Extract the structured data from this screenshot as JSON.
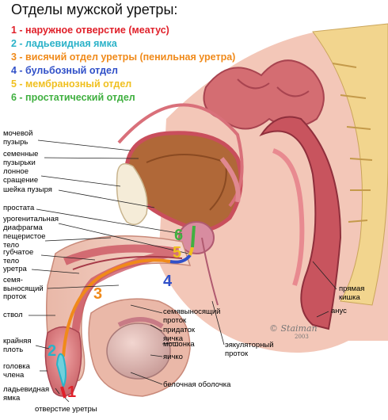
{
  "title": "Отделы мужской уретры:",
  "legend": [
    {
      "text": "1 - наружное отверстие (меатус)",
      "color": "#e0202a"
    },
    {
      "text": "2 - ладьевидная ямка",
      "color": "#2ab2c8"
    },
    {
      "text": "3 - висячий отдел уретры (пенильная уретра)",
      "color": "#f08a1a"
    },
    {
      "text": "4 - бульбозный отдел",
      "color": "#3050c8"
    },
    {
      "text": "5 - мембранозный отдел",
      "color": "#f0c020"
    },
    {
      "text": "6 - простатический отдел",
      "color": "#40b040"
    }
  ],
  "labels": {
    "bladder": "мочевой\nпузырь",
    "seminal_vesicles": "семенные\nпузырьки",
    "pubic_symphysis": "лонное\nсращение",
    "bladder_neck": "шейка пузыря",
    "prostate": "простата",
    "urogenital_diaphragm": "урогенитальная\nдиафрагма",
    "corpus_cavernosum": "пещеристое\nтело",
    "corpus_spongiosum": "губчатое\nтело",
    "urethra": "уретра",
    "vas_deferens_left": "семя-\nвыносящий\nпроток",
    "shaft": "ствол",
    "foreskin": "крайняя\nплоть",
    "glans": "головка\nчлена",
    "navicular_fossa": "ладьевидная\nямка",
    "urethral_opening": "отверстие уретры",
    "vas_deferens_right": "семявыносящий\nпроток",
    "epididymis": "придаток\nяичка",
    "scrotum": "мошонка",
    "testis": "яичко",
    "tunica_albuginea": "белочная оболочка",
    "ejaculatory_duct": "эякуляторный\nпроток",
    "rectum": "прямая\nкишка",
    "anus": "анус"
  },
  "markers": [
    "1",
    "2",
    "3",
    "4",
    "5",
    "6"
  ],
  "signature": "© Staiman",
  "signature_year": "2003"
}
